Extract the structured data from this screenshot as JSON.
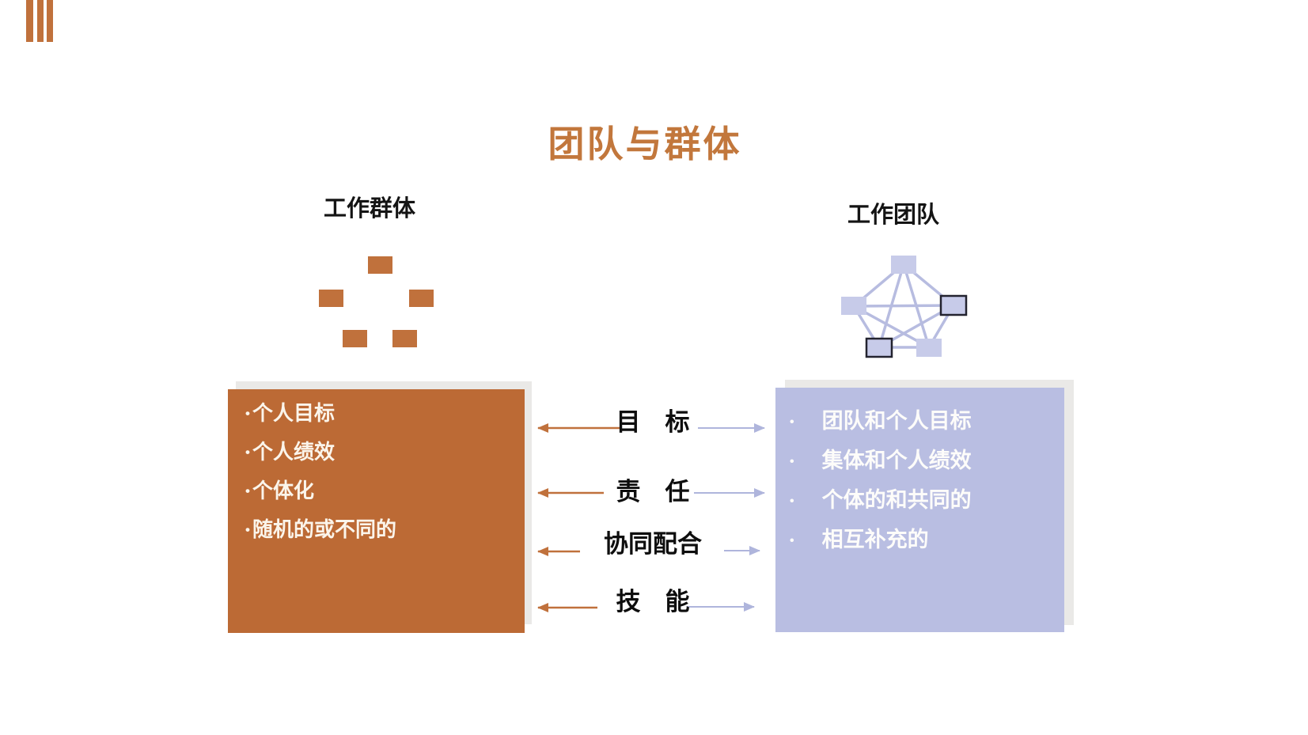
{
  "slide": {
    "title": "团队与群体",
    "left_column": {
      "header": "工作群体",
      "icon": "scattered-squares-icon",
      "items": [
        "个人目标",
        "个人绩效",
        "个体化",
        "随机的或不同的"
      ]
    },
    "right_column": {
      "header": "工作团队",
      "icon": "connected-network-icon",
      "items": [
        "团队和个人目标",
        "集体和个人绩效",
        "个体的和共同的",
        "相互补充的"
      ]
    },
    "comparison_rows": [
      {
        "label": "目　标"
      },
      {
        "label": "责　任"
      },
      {
        "label": "协同配合"
      },
      {
        "label": "技　能"
      }
    ],
    "colors": {
      "accent_orange": "#C0713C",
      "title_orange": "#C2773C",
      "left_box_fill": "#BC6A35",
      "right_box_fill": "#B9BEE2",
      "lavender_arrow": "#AFB5DC",
      "network_node_fill": "#C7CBE9",
      "network_node_border": "#23232F",
      "shadow_gray": "#EAE9E7",
      "list_text": "#FFFFFF",
      "label_text": "#0E0E0E"
    }
  }
}
